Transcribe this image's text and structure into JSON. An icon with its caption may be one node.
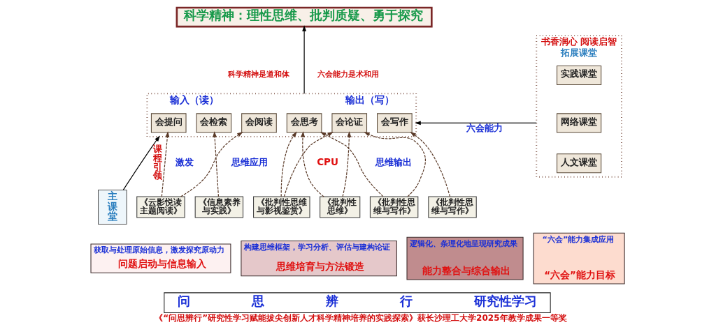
{
  "diagram": {
    "caption": "《“问思辨行”研究性学习赋能拔尖创新人才科学精神培养的实践探索》获长沙理工大学2025年教学成果一等奖",
    "nodes": [
      {
        "text": [
          "科学精神：理性思维、批判质疑、勇于探究"
        ]
      },
      {
        "text": [
          "输入（读）",
          "输出（写）"
        ]
      },
      {
        "text": [
          "会提问"
        ],
        "in": 1
      },
      {
        "text": [
          "会检索"
        ],
        "in": 1
      },
      {
        "text": [
          "会阅读"
        ],
        "in": 1
      },
      {
        "text": [
          "会思考"
        ],
        "in": 1
      },
      {
        "text": [
          "会论证"
        ],
        "in": 1
      },
      {
        "text": [
          "会写作"
        ],
        "in": 1
      },
      {
        "text": [
          "书香润心 阅读启智",
          "拓展课堂"
        ]
      },
      {
        "text": [
          "实践课堂"
        ],
        "in": 8
      },
      {
        "text": [
          "网络课堂"
        ],
        "in": 8
      },
      {
        "text": [
          "人文课堂"
        ],
        "in": 8
      },
      {
        "text": [
          "主课堂"
        ]
      },
      {
        "text": [
          "《云影悦读主题阅读》"
        ]
      },
      {
        "text": [
          "《信息素养与实践》"
        ]
      },
      {
        "text": [
          "《批判性思维与影视鉴赏》"
        ]
      },
      {
        "text": [
          "《批判性思维》"
        ]
      },
      {
        "text": [
          "《批判性思维与写作》"
        ]
      },
      {
        "text": [
          "《批判性思维与写作》"
        ]
      },
      {
        "text": [
          "获取与处理原始信息，激发探究原动力",
          "问题启动与信息输入"
        ]
      },
      {
        "text": [
          "构建思维框架，学习分析、评估与建构论证",
          "思维培育与方法锻造"
        ]
      },
      {
        "text": [
          "逻辑化、条理化地呈现研究成果",
          "能力整合与综合输出"
        ]
      },
      {
        "text": [
          "“六会”能力集成应用",
          "“六会”能力目标"
        ]
      },
      {
        "text": [
          "问",
          "思",
          "辨",
          "行",
          "研究性学习"
        ]
      }
    ],
    "edges": [
      {
        "from": 13,
        "to": 2,
        "arrow": "to",
        "style": "dashed"
      },
      {
        "from": 13,
        "to": 4,
        "arrow": "to",
        "style": "dashed"
      },
      {
        "from": 14,
        "to": 3,
        "arrow": "to",
        "style": "dashed"
      },
      {
        "from": 15,
        "to": 5,
        "arrow": "to",
        "style": "dashed"
      },
      {
        "from": 15,
        "to": 6,
        "arrow": "to",
        "style": "dashed"
      },
      {
        "from": 16,
        "to": 5,
        "arrow": "to",
        "style": "dashed"
      },
      {
        "from": 16,
        "to": 6,
        "arrow": "to",
        "style": "dashed"
      },
      {
        "from": 17,
        "to": 5,
        "arrow": "to",
        "style": "dashed"
      },
      {
        "from": 17,
        "to": 6,
        "arrow": "to",
        "style": "dashed"
      },
      {
        "from": 18,
        "to": 7,
        "arrow": "to",
        "style": "dashed"
      },
      {
        "from": 12,
        "to": 1,
        "arrow": "to",
        "label": "课程引领",
        "color": "#000000"
      },
      {
        "from": 8,
        "to": 1,
        "arrow": "to",
        "label": "六会能力",
        "color": "#000000"
      },
      {
        "from": 1,
        "to": 0,
        "arrow": "to",
        "color": "#000000"
      }
    ],
    "labels": [
      "科学精神是道和体",
      "六会能力是术和用",
      "激发",
      "思维应用",
      "CPU",
      "思维输出"
    ]
  }
}
